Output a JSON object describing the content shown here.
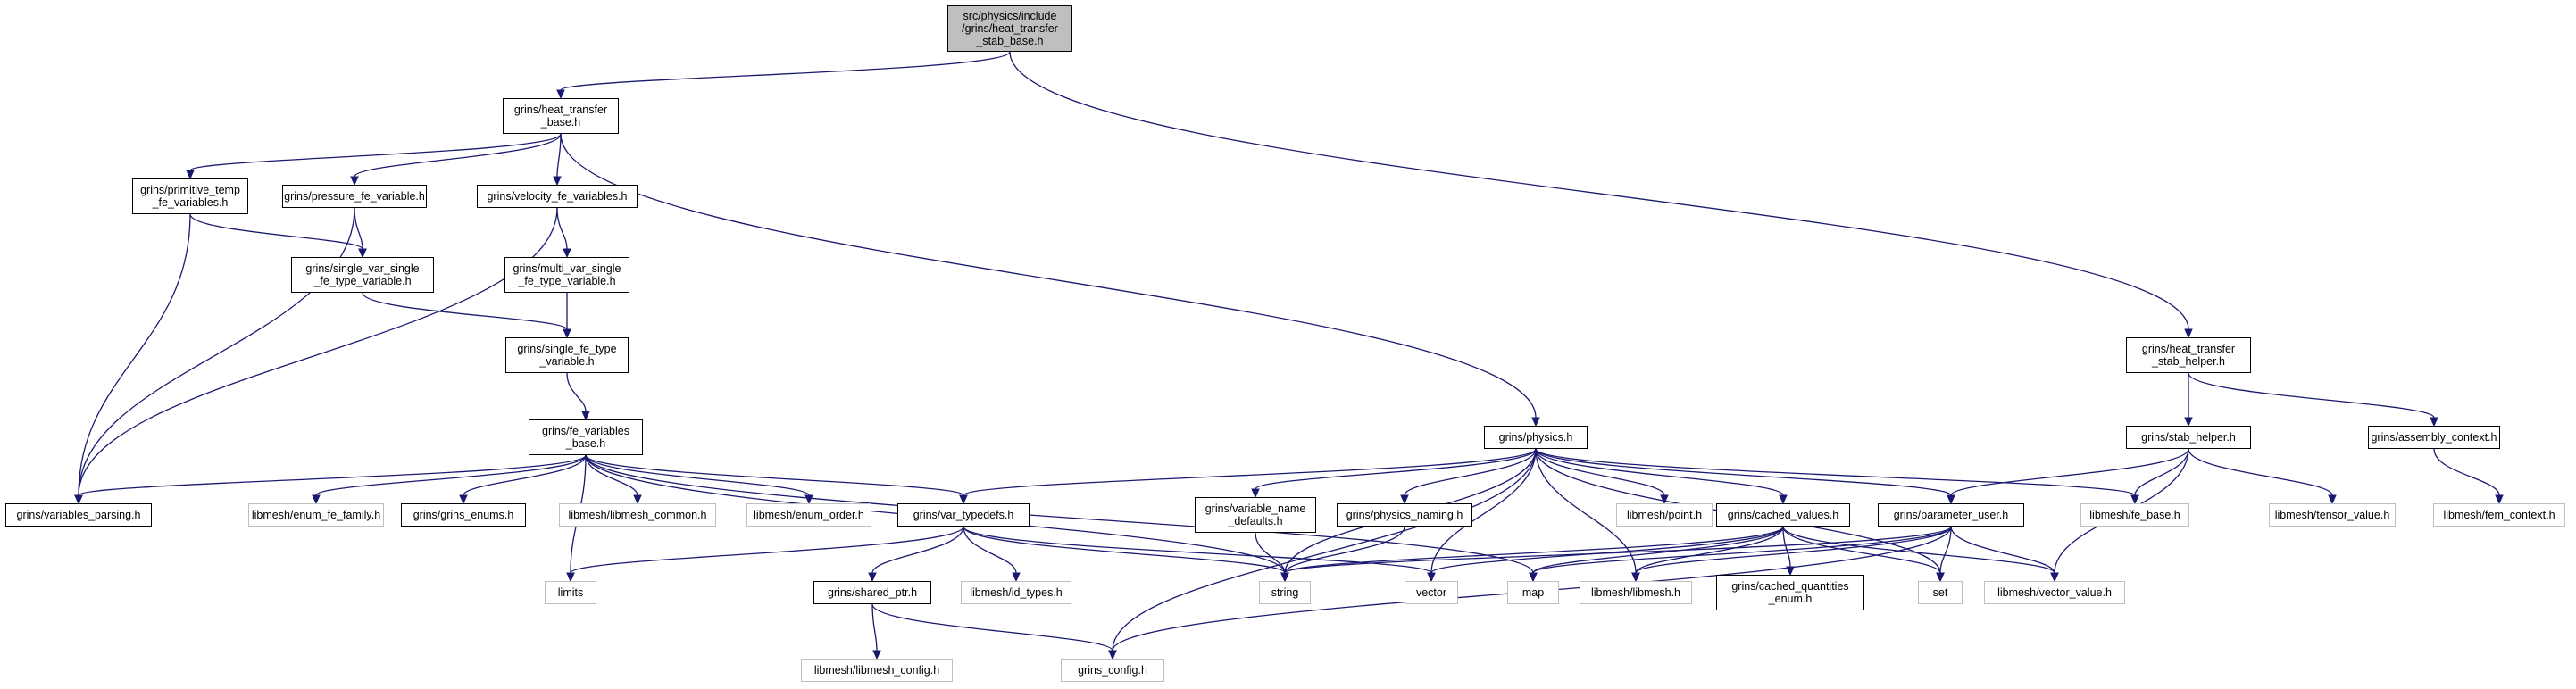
{
  "nodes": [
    {
      "id": "root",
      "label": "src/physics/include\n/grins/heat_transfer\n_stab_base.h",
      "kind": "root"
    },
    {
      "id": "htb",
      "label": "grins/heat_transfer\n_base.h",
      "kind": "internal"
    },
    {
      "id": "hts",
      "label": "grins/heat_transfer\n_stab_helper.h",
      "kind": "internal"
    },
    {
      "id": "prim",
      "label": "grins/primitive_temp\n_fe_variables.h",
      "kind": "internal"
    },
    {
      "id": "pfev",
      "label": "grins/pressure_fe_variable.h",
      "kind": "internal"
    },
    {
      "id": "vfev",
      "label": "grins/velocity_fe_variables.h",
      "kind": "internal"
    },
    {
      "id": "svs",
      "label": "grins/single_var_single\n_fe_type_variable.h",
      "kind": "internal"
    },
    {
      "id": "mvs",
      "label": "grins/multi_var_single\n_fe_type_variable.h",
      "kind": "internal"
    },
    {
      "id": "sfe",
      "label": "grins/single_fe_type\n_variable.h",
      "kind": "internal"
    },
    {
      "id": "fevb",
      "label": "grins/fe_variables\n_base.h",
      "kind": "internal"
    },
    {
      "id": "phys",
      "label": "grins/physics.h",
      "kind": "internal"
    },
    {
      "id": "stabh",
      "label": "grins/stab_helper.h",
      "kind": "internal"
    },
    {
      "id": "asmc",
      "label": "grins/assembly_context.h",
      "kind": "internal"
    },
    {
      "id": "vp",
      "label": "grins/variables_parsing.h",
      "kind": "internal"
    },
    {
      "id": "eff",
      "label": "libmesh/enum_fe_family.h",
      "kind": "external"
    },
    {
      "id": "ge",
      "label": "grins/grins_enums.h",
      "kind": "internal"
    },
    {
      "id": "lmc",
      "label": "libmesh/libmesh_common.h",
      "kind": "external"
    },
    {
      "id": "eo",
      "label": "libmesh/enum_order.h",
      "kind": "external"
    },
    {
      "id": "vt",
      "label": "grins/var_typedefs.h",
      "kind": "internal"
    },
    {
      "id": "vnd",
      "label": "grins/variable_name\n_defaults.h",
      "kind": "internal"
    },
    {
      "id": "pn",
      "label": "grins/physics_naming.h",
      "kind": "internal"
    },
    {
      "id": "pt",
      "label": "libmesh/point.h",
      "kind": "external"
    },
    {
      "id": "cv",
      "label": "grins/cached_values.h",
      "kind": "internal"
    },
    {
      "id": "pu",
      "label": "grins/parameter_user.h",
      "kind": "internal"
    },
    {
      "id": "feb",
      "label": "libmesh/fe_base.h",
      "kind": "external"
    },
    {
      "id": "tv",
      "label": "libmesh/tensor_value.h",
      "kind": "external"
    },
    {
      "id": "femc",
      "label": "libmesh/fem_context.h",
      "kind": "external"
    },
    {
      "id": "lim",
      "label": "limits",
      "kind": "external"
    },
    {
      "id": "sp",
      "label": "grins/shared_ptr.h",
      "kind": "internal"
    },
    {
      "id": "idt",
      "label": "libmesh/id_types.h",
      "kind": "external"
    },
    {
      "id": "str",
      "label": "string",
      "kind": "external"
    },
    {
      "id": "vec",
      "label": "vector",
      "kind": "external"
    },
    {
      "id": "map",
      "label": "map",
      "kind": "external"
    },
    {
      "id": "lml",
      "label": "libmesh/libmesh.h",
      "kind": "external"
    },
    {
      "id": "cqe",
      "label": "grins/cached_quantities\n_enum.h",
      "kind": "internal"
    },
    {
      "id": "set",
      "label": "set",
      "kind": "external"
    },
    {
      "id": "vv",
      "label": "libmesh/vector_value.h",
      "kind": "external"
    },
    {
      "id": "lmcfg",
      "label": "libmesh/libmesh_config.h",
      "kind": "external"
    },
    {
      "id": "gc",
      "label": "grins_config.h",
      "kind": "external"
    }
  ],
  "edges": [
    [
      "root",
      "htb"
    ],
    [
      "root",
      "hts"
    ],
    [
      "htb",
      "prim"
    ],
    [
      "htb",
      "pfev"
    ],
    [
      "htb",
      "vfev"
    ],
    [
      "htb",
      "phys"
    ],
    [
      "prim",
      "svs"
    ],
    [
      "prim",
      "vp"
    ],
    [
      "pfev",
      "svs"
    ],
    [
      "pfev",
      "vp"
    ],
    [
      "vfev",
      "mvs"
    ],
    [
      "vfev",
      "vp"
    ],
    [
      "svs",
      "sfe"
    ],
    [
      "mvs",
      "sfe"
    ],
    [
      "sfe",
      "fevb"
    ],
    [
      "fevb",
      "vp"
    ],
    [
      "fevb",
      "eff"
    ],
    [
      "fevb",
      "ge"
    ],
    [
      "fevb",
      "lmc"
    ],
    [
      "fevb",
      "eo"
    ],
    [
      "fevb",
      "vt"
    ],
    [
      "fevb",
      "lim"
    ],
    [
      "fevb",
      "str"
    ],
    [
      "fevb",
      "map"
    ],
    [
      "phys",
      "vt"
    ],
    [
      "phys",
      "vnd"
    ],
    [
      "phys",
      "pn"
    ],
    [
      "phys",
      "pt"
    ],
    [
      "phys",
      "cv"
    ],
    [
      "phys",
      "pu"
    ],
    [
      "phys",
      "feb"
    ],
    [
      "phys",
      "str"
    ],
    [
      "phys",
      "vec"
    ],
    [
      "phys",
      "lml"
    ],
    [
      "phys",
      "set"
    ],
    [
      "phys",
      "gc"
    ],
    [
      "vt",
      "lim"
    ],
    [
      "vt",
      "sp"
    ],
    [
      "vt",
      "idt"
    ],
    [
      "vt",
      "str"
    ],
    [
      "vt",
      "vec"
    ],
    [
      "vnd",
      "str"
    ],
    [
      "pn",
      "str"
    ],
    [
      "cv",
      "str"
    ],
    [
      "cv",
      "vec"
    ],
    [
      "cv",
      "map"
    ],
    [
      "cv",
      "lml"
    ],
    [
      "cv",
      "cqe"
    ],
    [
      "cv",
      "set"
    ],
    [
      "cv",
      "vv"
    ],
    [
      "pu",
      "str"
    ],
    [
      "pu",
      "map"
    ],
    [
      "pu",
      "lml"
    ],
    [
      "pu",
      "set"
    ],
    [
      "pu",
      "vv"
    ],
    [
      "pu",
      "gc"
    ],
    [
      "sp",
      "lmcfg"
    ],
    [
      "sp",
      "gc"
    ],
    [
      "hts",
      "stabh"
    ],
    [
      "hts",
      "asmc"
    ],
    [
      "stabh",
      "pu"
    ],
    [
      "stabh",
      "feb"
    ],
    [
      "stabh",
      "tv"
    ],
    [
      "stabh",
      "vv"
    ],
    [
      "asmc",
      "femc"
    ]
  ]
}
